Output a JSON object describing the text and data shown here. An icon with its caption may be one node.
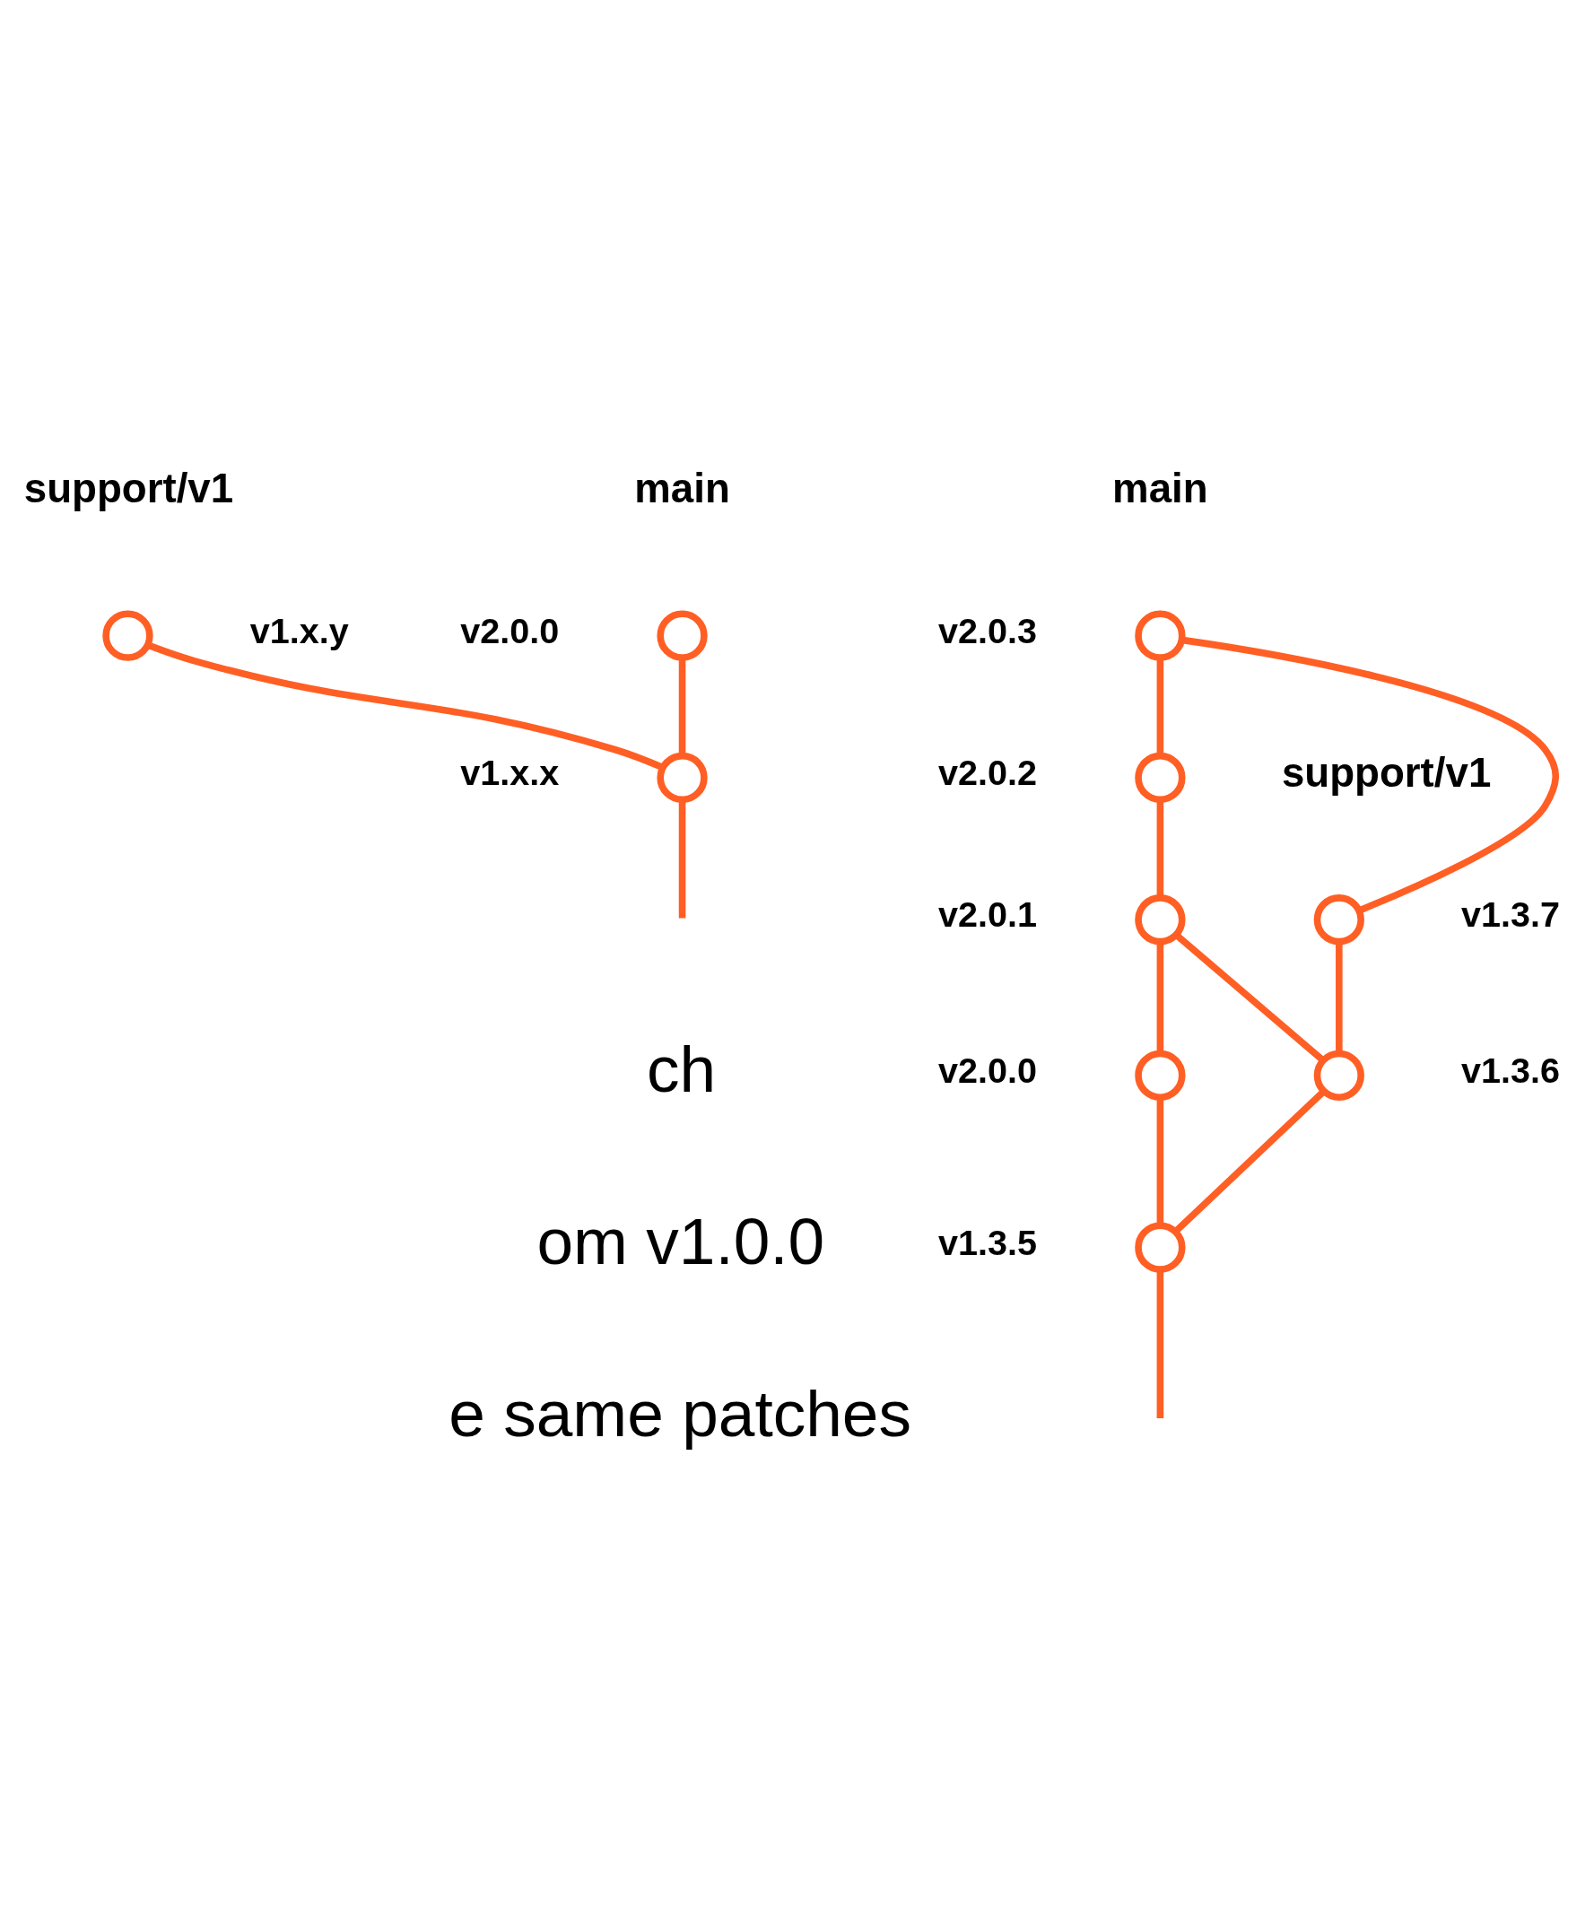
{
  "diagram": {
    "nodes": [
      {
        "text": [],
        "shape": "circle",
        "beside": [
          "v2.0.0"
        ]
      },
      {
        "text": [],
        "shape": "circle",
        "beside": [
          "v1.x.y"
        ]
      },
      {
        "text": [],
        "shape": "circle",
        "beside": [
          "v1.x.x"
        ]
      },
      {
        "text": [],
        "shape": "circle",
        "beside": [
          "v2.0.3"
        ]
      },
      {
        "text": [],
        "shape": "circle",
        "beside": [
          "v1.3.7"
        ]
      },
      {
        "text": [],
        "shape": "circle",
        "beside": [
          "v2.0.2"
        ]
      },
      {
        "text": [],
        "shape": "circle",
        "beside": [
          "v2.0.1"
        ]
      },
      {
        "text": [],
        "shape": "circle",
        "beside": [
          "v1.3.6"
        ]
      },
      {
        "text": [],
        "shape": "circle",
        "beside": [
          "v2.0.0"
        ]
      },
      {
        "text": [],
        "shape": "circle",
        "beside": [
          "v1.3.5"
        ]
      }
    ],
    "edges": [
      {
        "from": 0,
        "to": 2,
        "arrow": "none"
      },
      {
        "from": 1,
        "to": 2,
        "arrow": "none"
      },
      {
        "from": 2,
        "to": null,
        "arrow": "none"
      },
      {
        "from": 3,
        "to": 5,
        "arrow": "none"
      },
      {
        "from": 3,
        "to": 4,
        "arrow": "none"
      },
      {
        "from": 5,
        "to": 6,
        "arrow": "none"
      },
      {
        "from": 4,
        "to": 7,
        "arrow": "none"
      },
      {
        "from": 6,
        "to": 7,
        "arrow": "none"
      },
      {
        "from": 6,
        "to": 8,
        "arrow": "none"
      },
      {
        "from": 8,
        "to": 9,
        "arrow": "none"
      },
      {
        "from": 7,
        "to": 9,
        "arrow": "none"
      },
      {
        "from": 9,
        "to": null,
        "arrow": "none"
      }
    ],
    "labels": [
      "main",
      "support/v1",
      "main",
      "support/v1",
      "ch",
      "om v1.0.0",
      "e same patches"
    ]
  }
}
